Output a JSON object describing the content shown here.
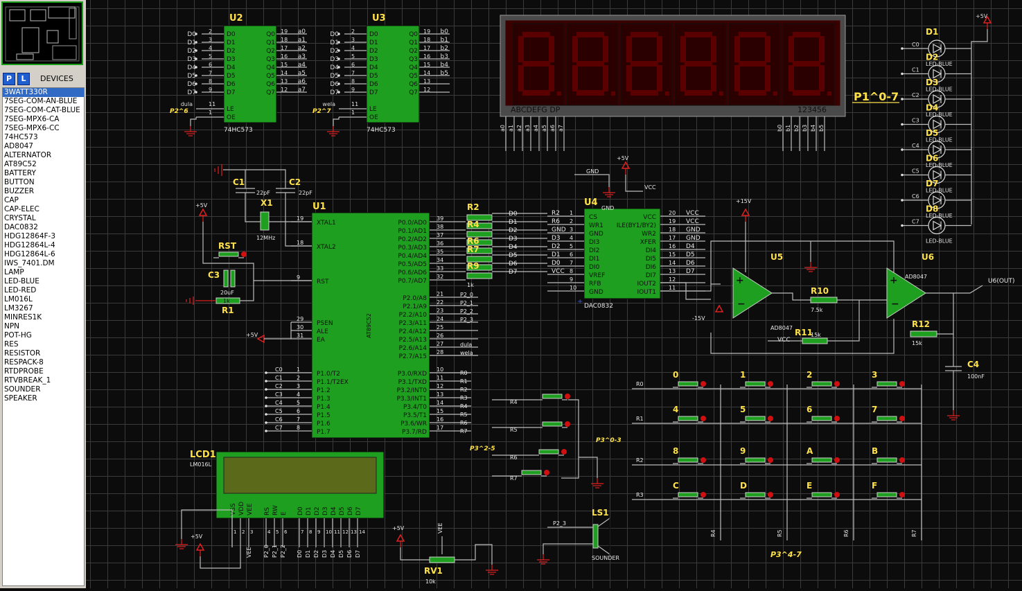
{
  "sidebar": {
    "title": "DEVICES",
    "mode_p": "P",
    "mode_l": "L",
    "devices": [
      "3WATT330R",
      "7SEG-COM-AN-BLUE",
      "7SEG-COM-CAT-BLUE",
      "7SEG-MPX6-CA",
      "7SEG-MPX6-CC",
      "74HC573",
      "AD8047",
      "ALTERNATOR",
      "AT89C52",
      "BATTERY",
      "BUTTON",
      "BUZZER",
      "CAP",
      "CAP-ELEC",
      "CRYSTAL",
      "DAC0832",
      "HDG12864F-3",
      "HDG12864L-4",
      "HDG12864L-6",
      "IWS_7401.DM",
      "LAMP",
      "LED-BLUE",
      "LED-RED",
      "LM016L",
      "LM3267",
      "MINRES1K",
      "NPN",
      "POT-HG",
      "RES",
      "RESISTOR",
      "RESPACK-8",
      "RTDPROBE",
      "RTVBREAK_1",
      "SOUNDER",
      "SPEAKER"
    ],
    "selected": 0
  },
  "schematic": {
    "u2": {
      "ref": "U2",
      "type": "74HC573",
      "ins": [
        "D0",
        "D1",
        "D2",
        "D3",
        "D4",
        "D5",
        "D6",
        "D7"
      ],
      "outs": [
        "Q0",
        "Q1",
        "Q2",
        "Q3",
        "Q4",
        "Q5",
        "Q6",
        "Q7"
      ],
      "nets_in": [
        "D0",
        "D1",
        "D2",
        "D3",
        "D4",
        "D5",
        "D6",
        "D7"
      ],
      "nets_out": [
        "a0",
        "a1",
        "a2",
        "a3",
        "a4",
        "a5",
        "a6",
        "a7"
      ],
      "pin_in": [
        "2",
        "3",
        "4",
        "5",
        "6",
        "7",
        "8",
        "9"
      ],
      "pin_out": [
        "19",
        "18",
        "17",
        "16",
        "15",
        "14",
        "13",
        "12"
      ],
      "le": "LE",
      "oe": "OE",
      "le_net": "dula",
      "le_pin": "11",
      "oe_pin": "1",
      "label": "P2^6"
    },
    "u3": {
      "ref": "U3",
      "type": "74HC573",
      "ins": [
        "D0",
        "D1",
        "D2",
        "D3",
        "D4",
        "D5",
        "D6",
        "D7"
      ],
      "outs": [
        "Q0",
        "Q1",
        "Q2",
        "Q3",
        "Q4",
        "Q5",
        "Q6",
        "Q7"
      ],
      "nets_in": [
        "D0",
        "D1",
        "D2",
        "D3",
        "D4",
        "D5",
        "D6",
        "D7"
      ],
      "nets_out": [
        "b0",
        "b1",
        "b2",
        "b3",
        "b4",
        "b5",
        "",
        ""
      ],
      "pin_in": [
        "2",
        "3",
        "4",
        "5",
        "6",
        "7",
        "8",
        "9"
      ],
      "pin_out": [
        "19",
        "18",
        "17",
        "16",
        "15",
        "14",
        "13",
        "12"
      ],
      "le": "LE",
      "oe": "OE",
      "le_net": "wela",
      "le_pin": "11",
      "oe_pin": "1",
      "label": "P2^7"
    },
    "display": {
      "segments": "ABCDEFG DP",
      "digits": "123456",
      "segnets": [
        "a0",
        "a1",
        "a2",
        "a3",
        "a4",
        "a5",
        "a6",
        "a7"
      ],
      "digitnets": [
        "b0",
        "b1",
        "b2",
        "b3",
        "b4",
        "b5"
      ]
    },
    "p1_label": "P1^0-7",
    "leds": {
      "refs": [
        "D1",
        "D2",
        "D3",
        "D4",
        "D5",
        "D6",
        "D7",
        "D8"
      ],
      "nets": [
        "C0",
        "C1",
        "C2",
        "C3",
        "C4",
        "C5",
        "C6",
        "C7"
      ],
      "type": "LED-BLUE",
      "vcc": "+5V"
    },
    "u1": {
      "ref": "U1",
      "type": "AT89C52",
      "left": [
        [
          "XTAL1",
          "19"
        ],
        [
          "XTAL2",
          "18"
        ],
        [
          "RST",
          "9"
        ],
        [
          "PSEN",
          "29"
        ],
        [
          "ALE",
          "30"
        ],
        [
          "EA",
          "31"
        ],
        [
          "P1.0/T2",
          "1"
        ],
        [
          "P1.1/T2EX",
          "2"
        ],
        [
          "P1.2",
          "3"
        ],
        [
          "P1.3",
          "4"
        ],
        [
          "P1.4",
          "5"
        ],
        [
          "P1.5",
          "6"
        ],
        [
          "P1.6",
          "7"
        ],
        [
          "P1.7",
          "8"
        ]
      ],
      "p0": [
        [
          "P0.0/AD0",
          "39"
        ],
        [
          "P0.1/AD1",
          "38"
        ],
        [
          "P0.2/AD2",
          "37"
        ],
        [
          "P0.3/AD3",
          "36"
        ],
        [
          "P0.4/AD4",
          "35"
        ],
        [
          "P0.5/AD5",
          "34"
        ],
        [
          "P0.6/AD6",
          "33"
        ],
        [
          "P0.7/AD7",
          "32"
        ]
      ],
      "p2": [
        [
          "P2.0/A8",
          "21"
        ],
        [
          "P2.1/A9",
          "22"
        ],
        [
          "P2.2/A10",
          "23"
        ],
        [
          "P2.3/A11",
          "24"
        ],
        [
          "P2.4/A12",
          "25"
        ],
        [
          "P2.5/A13",
          "26"
        ],
        [
          "P2.6/A14",
          "27"
        ],
        [
          "P2.7/A15",
          "28"
        ]
      ],
      "p3": [
        [
          "P3.0/RXD",
          "10"
        ],
        [
          "P3.1/TXD",
          "11"
        ],
        [
          "P3.2/INT0",
          "12"
        ],
        [
          "P3.3/INT1",
          "13"
        ],
        [
          "P3.4/T0",
          "14"
        ],
        [
          "P3.5/T1",
          "15"
        ],
        [
          "P3.6/WR",
          "16"
        ],
        [
          "P3.7/RD",
          "17"
        ]
      ],
      "p2nets": [
        "P2_0",
        "P2_1",
        "P2_2",
        "P2_3",
        "",
        "",
        "dula",
        "wela"
      ],
      "p3nets": [
        "R0",
        "R1",
        "R2",
        "R3",
        "R4",
        "R5",
        "R6",
        "R7"
      ],
      "p1nets": [
        "C0",
        "C1",
        "C2",
        "C3",
        "C4",
        "C5",
        "C6",
        "C7"
      ],
      "p0nets": [
        "D0",
        "D1",
        "D2",
        "D3",
        "D4",
        "D5",
        "D6",
        "D7"
      ]
    },
    "crystal": {
      "c1": "C1",
      "c2": "C2",
      "cval": "22pF",
      "x1": "X1",
      "freq": "12MHz"
    },
    "reset": {
      "rst": "RST",
      "c3": "C3",
      "c3val": "20uF",
      "r1": "R1",
      "r1val": "1k",
      "vcc": "+5V",
      "ea_vcc": "+5V"
    },
    "respack": {
      "labels": [
        "R2",
        "R4",
        "R6",
        "R7",
        "R9"
      ],
      "val": "1k"
    },
    "u4": {
      "ref": "U4",
      "type": "DAC0832",
      "left": [
        [
          "CS",
          "1"
        ],
        [
          "WR1",
          "2"
        ],
        [
          "GND",
          "3"
        ],
        [
          "DI3",
          "4"
        ],
        [
          "DI2",
          "5"
        ],
        [
          "DI1",
          "6"
        ],
        [
          "DI0",
          "7"
        ],
        [
          "VREF",
          "8"
        ],
        [
          "RFB",
          "9"
        ],
        [
          "GND",
          "10"
        ]
      ],
      "right": [
        [
          "VCC",
          "20"
        ],
        [
          "ILE(BY1/BY2)",
          "19"
        ],
        [
          "WR2",
          "18"
        ],
        [
          "XFER",
          "17"
        ],
        [
          "DI4",
          "16"
        ],
        [
          "DI5",
          "15"
        ],
        [
          "DI6",
          "14"
        ],
        [
          "DI7",
          "13"
        ],
        [
          "IOUT2",
          "12"
        ],
        [
          "IOUT1",
          "11"
        ]
      ],
      "lnets": [
        "R2",
        "R6",
        "GND",
        "D3",
        "D2",
        "D1",
        "D0",
        "VCC",
        "",
        ""
      ],
      "rnets": [
        "VCC",
        "VCC",
        "GND",
        "GND",
        "D4",
        "D5",
        "D6",
        "D7",
        "",
        ""
      ],
      "gnd": "GND",
      "vcc": "VCC",
      "p5v": "+5V"
    },
    "u5": {
      "ref": "U5",
      "type": "AD8047",
      "vp": "+15V",
      "vn": "-15V",
      "r10": "R10",
      "r10v": "7.5k",
      "r11": "R11",
      "r11v": "15k",
      "vcc": "VCC"
    },
    "u6": {
      "ref": "U6",
      "type": "AD8047",
      "out": "U6(OUT)",
      "r12": "R12",
      "r12v": "15k",
      "c4": "C4",
      "c4v": "100nF"
    },
    "keypad": {
      "keys": [
        "0",
        "1",
        "2",
        "3",
        "4",
        "5",
        "6",
        "7",
        "8",
        "9",
        "A",
        "B",
        "C",
        "D",
        "E",
        "F"
      ],
      "rows": [
        "R0",
        "R1",
        "R2",
        "R3"
      ],
      "cols": [
        "R4",
        "R5",
        "R6",
        "R7"
      ],
      "label": "P3^4-7"
    },
    "ind_keys": {
      "nets": [
        "R4",
        "R5",
        "R6",
        "R7"
      ],
      "label_a": "P3^0-3",
      "label_b": "P3^2-5"
    },
    "lcd": {
      "ref": "LCD1",
      "type": "LM016L",
      "pins": [
        "VSS",
        "VDD",
        "VEE",
        "RS",
        "RW",
        "E",
        "D0",
        "D1",
        "D2",
        "D3",
        "D4",
        "D5",
        "D6",
        "D7"
      ],
      "pinnums": [
        "1",
        "2",
        "3",
        "4",
        "5",
        "6",
        "7",
        "8",
        "9",
        "10",
        "11",
        "12",
        "13",
        "14"
      ],
      "nets": [
        "",
        "",
        "VEE",
        "P2_0",
        "P2_1",
        "P2_2",
        "D0",
        "D1",
        "D2",
        "D3",
        "D4",
        "D5",
        "D6",
        "D7"
      ],
      "vcc": "+5V"
    },
    "rv1": {
      "ref": "RV1",
      "val": "10k",
      "vcc": "+5V",
      "vee": "VEE"
    },
    "ls1": {
      "ref": "LS1",
      "type": "SOUNDER",
      "net": "P2_3"
    }
  }
}
